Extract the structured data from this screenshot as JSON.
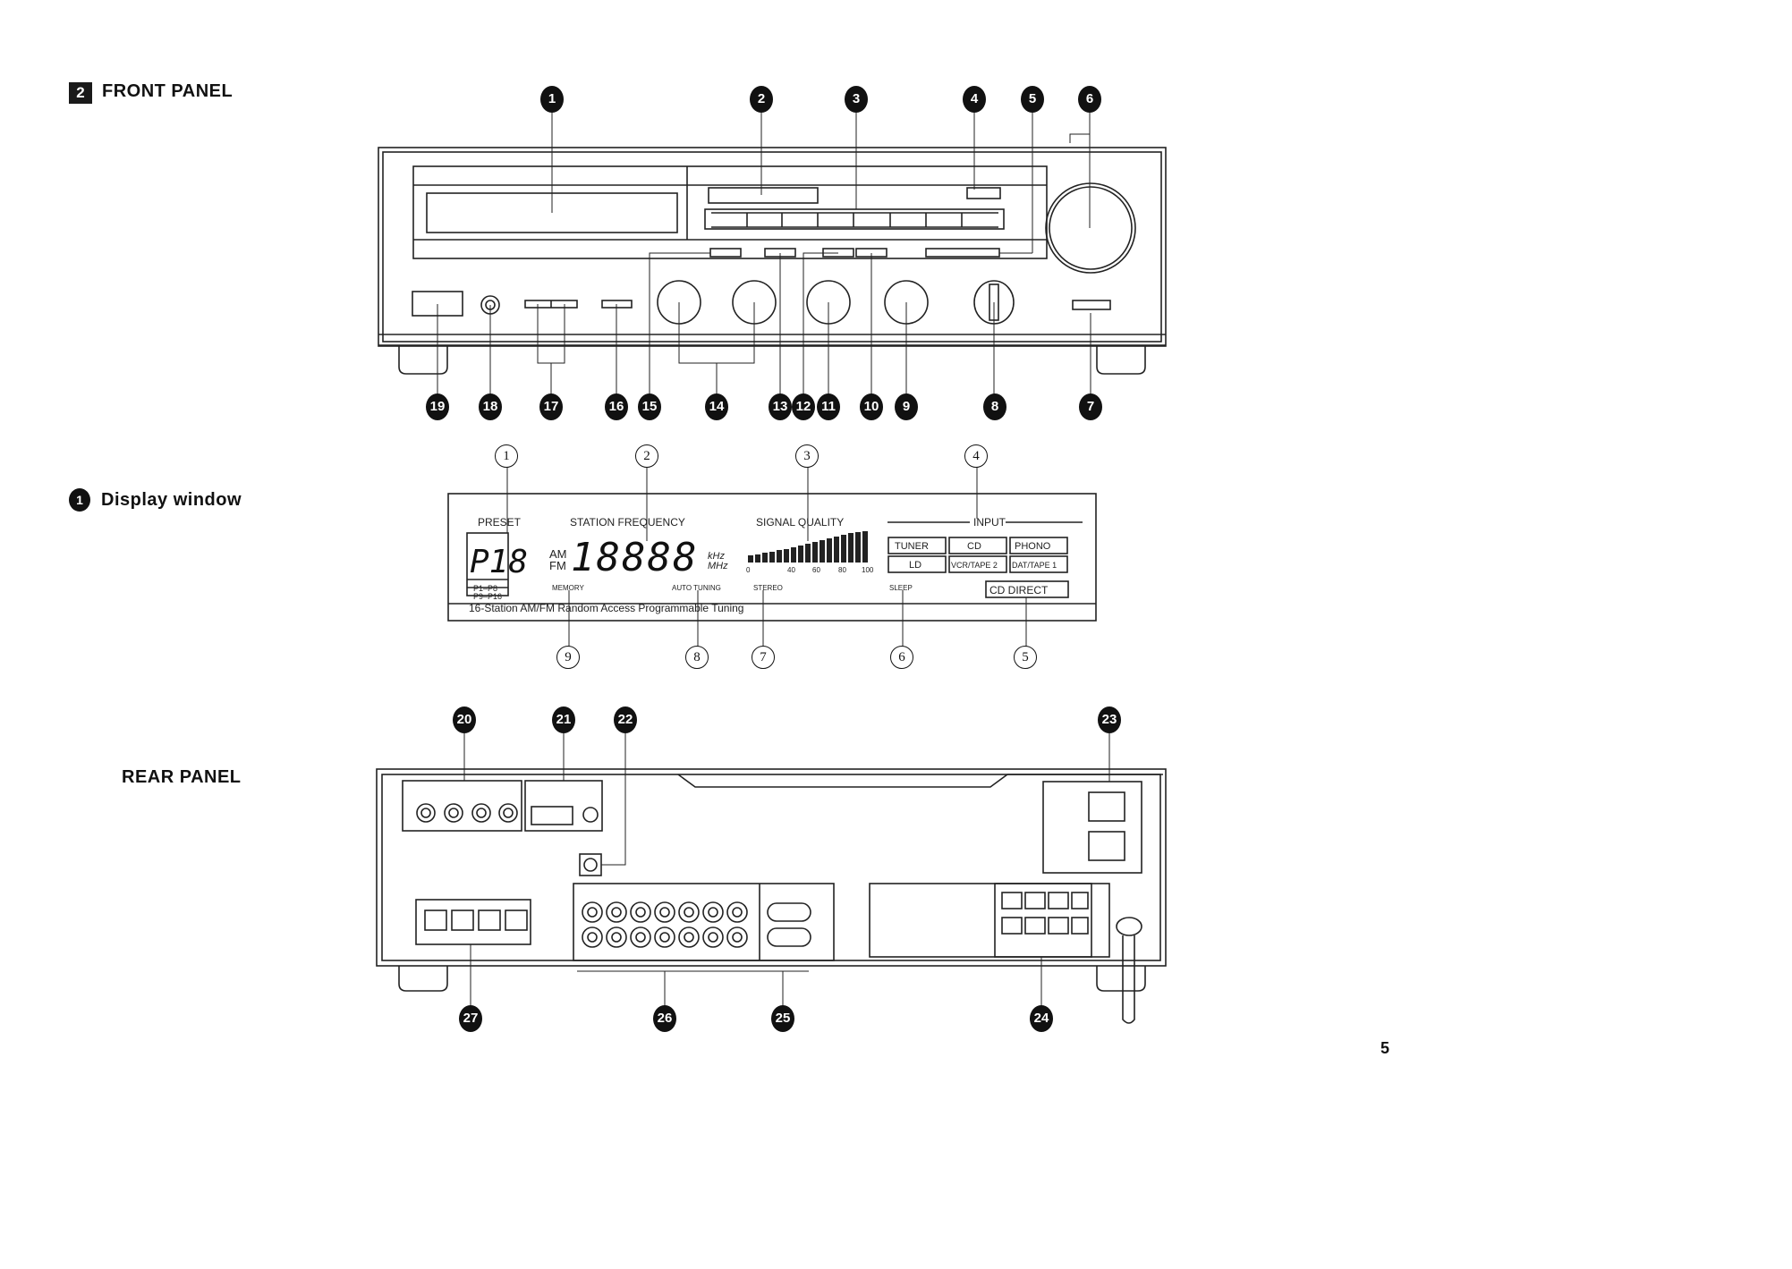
{
  "front_panel": {
    "section_number": "2",
    "heading": "FRONT PANEL"
  },
  "display_window": {
    "heading": "Display window",
    "bullet": "1"
  },
  "rear_panel": {
    "heading": "REAR PANEL"
  },
  "display": {
    "labels": {
      "preset": "PRESET",
      "station_frequency": "STATION FREQUENCY",
      "signal_quality": "SIGNAL QUALITY",
      "input": "INPUT",
      "preset_value": "P18",
      "am": "AM",
      "fm": "FM",
      "frequency_value": "18888",
      "khz": "kHz",
      "mhz": "MHz",
      "preset_range_1": "P1–P8",
      "preset_range_2": "P9–P16",
      "memory": "MEMORY",
      "auto_tuning": "AUTO TUNING",
      "stereo": "STEREO",
      "sleep": "SLEEP",
      "cd_direct": "CD DIRECT",
      "tagline": "16-Station AM/FM Random Access Programmable Tuning"
    },
    "signal_scale": [
      "0",
      "40",
      "60",
      "80",
      "100"
    ],
    "inputs": [
      "TUNER",
      "CD",
      "PHONO",
      "LD",
      "VCR/TAPE 2",
      "DAT/TAPE 1"
    ]
  },
  "callouts_front": [
    "1",
    "2",
    "3",
    "4",
    "5",
    "6",
    "7",
    "8",
    "9",
    "10",
    "11",
    "12",
    "13",
    "14",
    "15",
    "16",
    "17",
    "18",
    "19"
  ],
  "callouts_display": [
    "1",
    "2",
    "3",
    "4",
    "5",
    "6",
    "7",
    "8",
    "9"
  ],
  "callouts_rear": [
    "20",
    "21",
    "22",
    "23",
    "24",
    "25",
    "26",
    "27"
  ],
  "page_number": "5"
}
